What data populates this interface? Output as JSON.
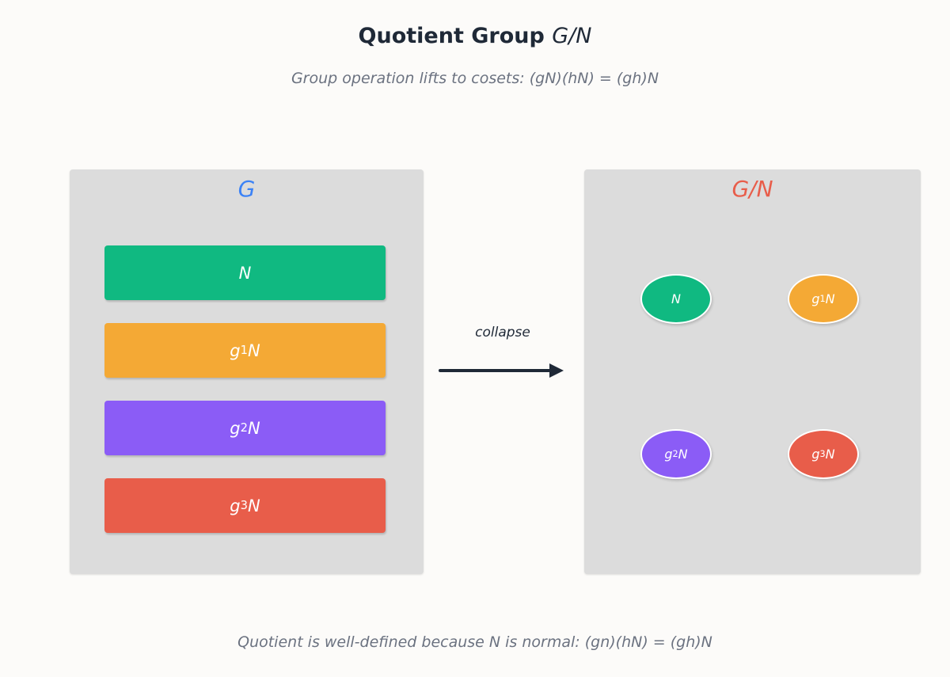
{
  "title": {
    "text": "Quotient Group",
    "var": "G/N"
  },
  "subtitle": "Group operation lifts to cosets: (gN)(hN) = (gh)N",
  "footer": "Quotient is well-defined because N is normal: (gn)(hN) = (gh)N",
  "left_panel": {
    "label": "G",
    "label_color": "#3b82f6",
    "cosets": [
      {
        "base": "",
        "sub": "",
        "suffix": "N",
        "color": "#10b981"
      },
      {
        "base": "g",
        "sub": "1",
        "suffix": "N",
        "color": "#f4a935"
      },
      {
        "base": "g",
        "sub": "2",
        "suffix": "N",
        "color": "#8b5cf6"
      },
      {
        "base": "g",
        "sub": "3",
        "suffix": "N",
        "color": "#e85d4a"
      }
    ]
  },
  "arrow": {
    "label": "collapse",
    "color": "#1f2937"
  },
  "right_panel": {
    "label": "G/N",
    "label_color": "#e85d4a",
    "elements": [
      {
        "base": "",
        "sub": "",
        "suffix": "N",
        "color": "#10b981"
      },
      {
        "base": "g",
        "sub": "1",
        "suffix": "N",
        "color": "#f4a935"
      },
      {
        "base": "g",
        "sub": "2",
        "suffix": "N",
        "color": "#8b5cf6"
      },
      {
        "base": "g",
        "sub": "3",
        "suffix": "N",
        "color": "#e85d4a"
      }
    ]
  }
}
